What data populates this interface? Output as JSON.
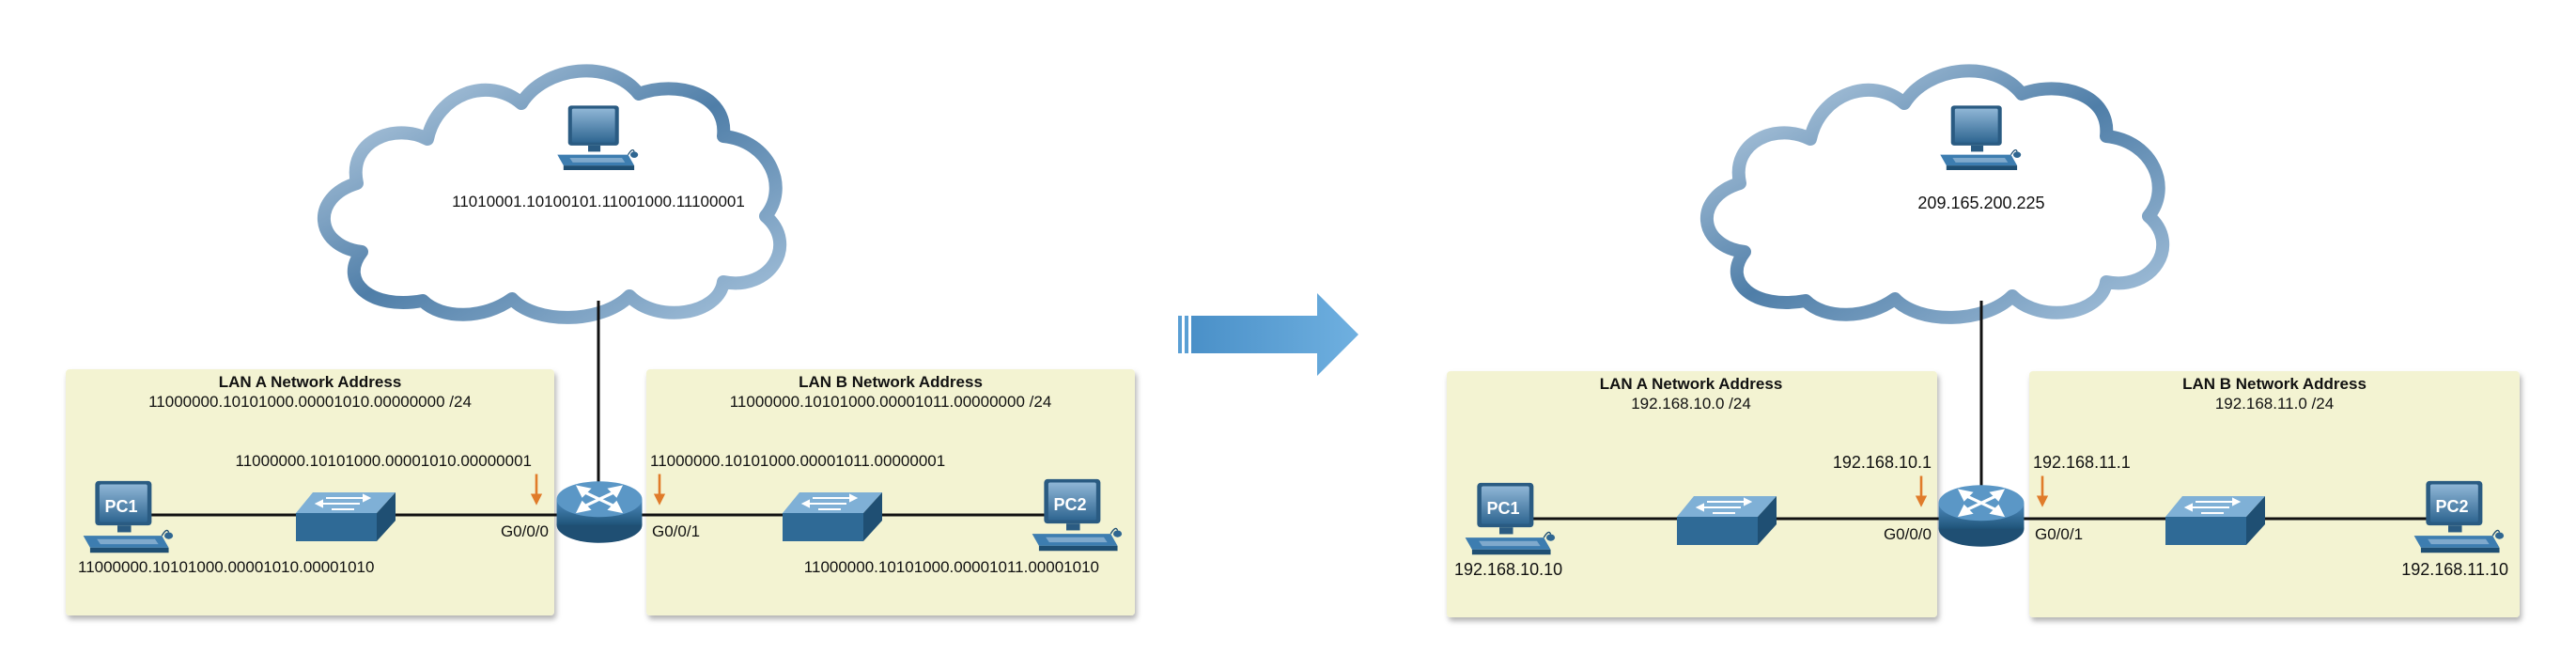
{
  "before": {
    "internet_host_ip": "11010001.10100101.11001000.11100001",
    "lan_a": {
      "title": "LAN A Network Address",
      "network": "11000000.10101000.00001010.00000000 /24",
      "gateway_ip": "11000000.10101000.00001010.00000001",
      "interface": "G0/0/0",
      "pc_label": "PC1",
      "pc_ip": "11000000.10101000.00001010.00001010"
    },
    "lan_b": {
      "title": "LAN B Network Address",
      "network": "11000000.10101000.00001011.00000000 /24",
      "gateway_ip": "11000000.10101000.00001011.00000001",
      "interface": "G0/0/1",
      "pc_label": "PC2",
      "pc_ip": "11000000.10101000.00001011.00001010"
    }
  },
  "after": {
    "internet_host_ip": "209.165.200.225",
    "lan_a": {
      "title": "LAN A Network Address",
      "network": "192.168.10.0 /24",
      "gateway_ip": "192.168.10.1",
      "interface": "G0/0/0",
      "pc_label": "PC1",
      "pc_ip": "192.168.10.10"
    },
    "lan_b": {
      "title": "LAN B Network Address",
      "network": "192.168.11.0 /24",
      "gateway_ip": "192.168.11.1",
      "interface": "G0/0/1",
      "pc_label": "PC2",
      "pc_ip": "192.168.11.10"
    }
  },
  "colors": {
    "lan_box_fill": "#f3f3d2",
    "cloud_outline": "#4f7ea8",
    "device_blue": "#3d7db0",
    "pointer_arrow": "#e07b2a",
    "transition_arrow": "#5a9fd4"
  }
}
